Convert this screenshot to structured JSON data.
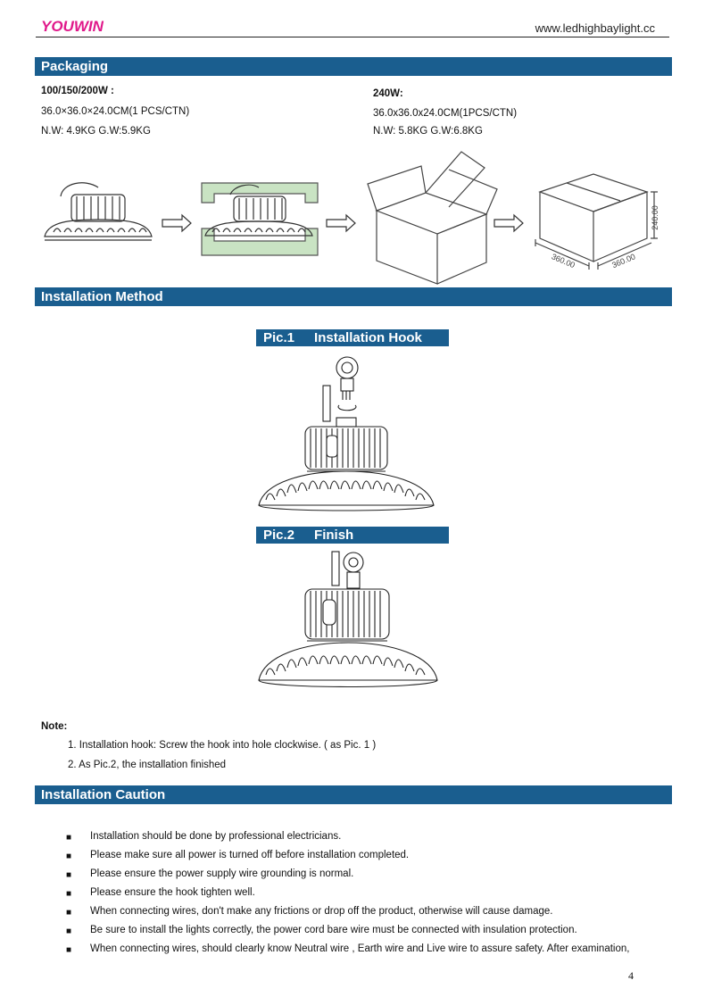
{
  "header": {
    "brand": "YOUWIN",
    "url": "www.ledhighbaylight.cc"
  },
  "packaging": {
    "title": "Packaging",
    "left": {
      "heading": "100/150/200W :",
      "size": "36.0×36.0×24.0CM(1 PCS/CTN)",
      "weight": "N.W: 4.9KG G.W:5.9KG"
    },
    "right": {
      "heading": "240W:",
      "size": "36.0x36.0x24.0CM(1PCS/CTN)",
      "weight": "N.W: 5.8KG  G.W:6.8KG"
    },
    "dims": {
      "height": "240.00",
      "width": "360.00",
      "depth": "360.00"
    }
  },
  "installation": {
    "title": "Installation Method",
    "pic1": {
      "num": "Pic.1",
      "label": "Installation Hook"
    },
    "pic2": {
      "num": "Pic.2",
      "label": "Finish"
    },
    "note_label": "Note:",
    "notes": [
      "1. Installation hook: Screw the hook into hole clockwise. ( as Pic. 1 )",
      "2. As Pic.2, the installation finished"
    ]
  },
  "caution": {
    "title": "Installation Caution",
    "bullet_symbol": "■",
    "items": [
      "Installation should be done by professional electricians.",
      "Please make sure all power is turned off before installation completed.",
      "Please ensure the power supply wire grounding is normal.",
      "Please ensure the hook tighten well.",
      "When connecting wires, don't make any frictions or drop off the product, otherwise will cause damage.",
      "Be sure to install the lights correctly, the power cord bare wire must be connected with insulation protection.",
      "When connecting wires, should clearly know Neutral wire , Earth wire and Live wire to assure safety. After examination,"
    ]
  },
  "page_number": "4"
}
